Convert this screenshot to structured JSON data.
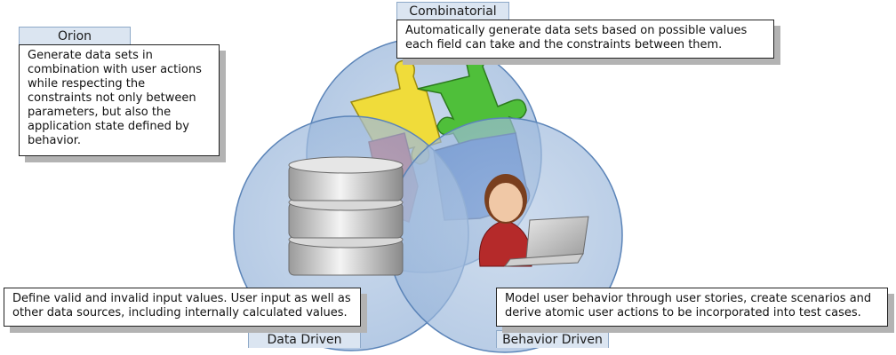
{
  "orion": {
    "label": "Orion",
    "text": "Generate data sets in combination with user actions while respecting the constraints not only between parameters, but also the application state defined by behavior."
  },
  "combinatorial": {
    "label": "Combinatorial",
    "text": "Automatically generate data sets based on possible values each field can take and the constraints between them."
  },
  "data_driven": {
    "label": "Data Driven",
    "text": "Define valid and invalid input values. User input as well as other data sources, including internally calculated values."
  },
  "behavior_driven": {
    "label": "Behavior Driven",
    "text": "Model user behavior through user stories, create scenarios and derive atomic user actions to be incorporated into test cases."
  },
  "icons": [
    "puzzle-icon",
    "database-icon",
    "user-laptop-icon"
  ]
}
